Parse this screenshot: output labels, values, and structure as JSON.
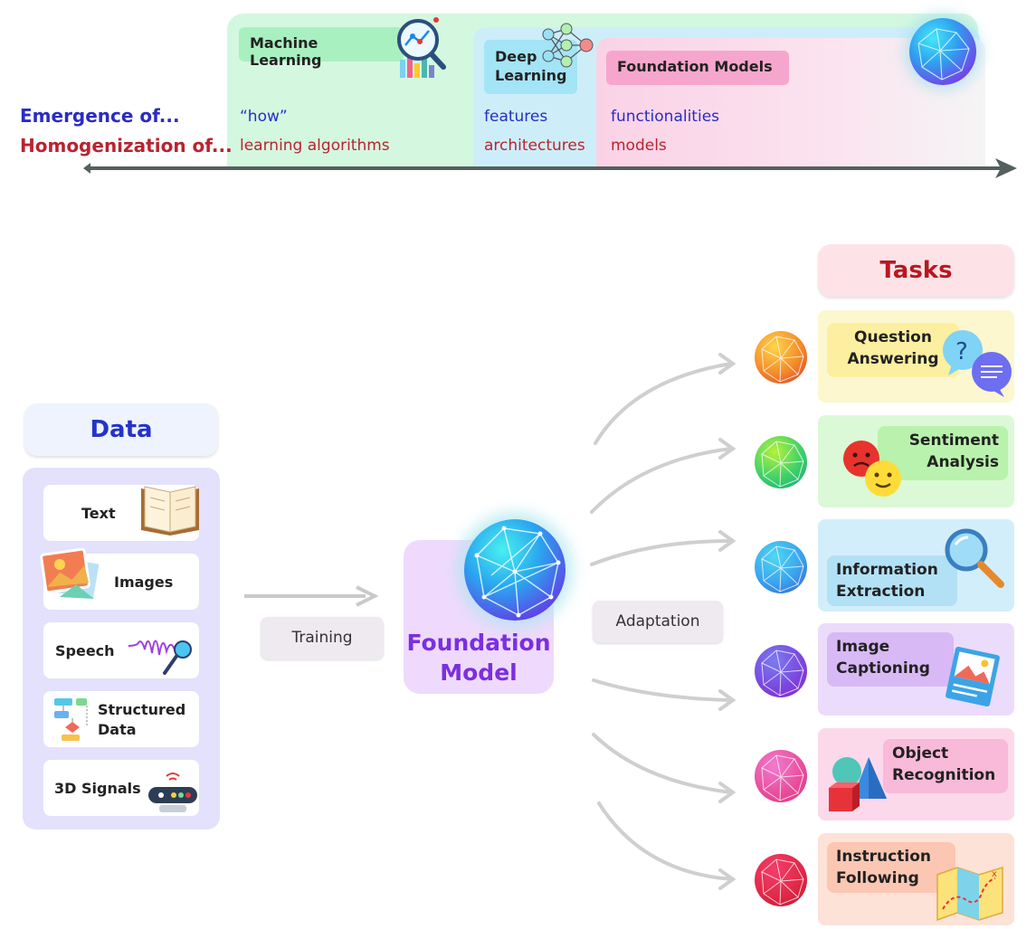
{
  "timeline": {
    "row_labels": {
      "emergence": "Emergence of...",
      "homogenization": "Homogenization of..."
    },
    "eras": [
      {
        "name": "Machine Learning",
        "emergence": "“how”",
        "homogenization": "learning algorithms",
        "color": "#d4f7e0"
      },
      {
        "name": "Deep\nLearning",
        "emergence": "features",
        "homogenization": "architectures",
        "color": "#cdeef9"
      },
      {
        "name": "Foundation Models",
        "emergence": "functionalities",
        "homogenization": "models",
        "color": "#fad2e6"
      }
    ]
  },
  "data_panel": {
    "title": "Data",
    "items": [
      "Text",
      "Images",
      "Speech",
      "Structured\nData",
      "3D Signals"
    ]
  },
  "center": {
    "training_label": "Training",
    "model_label": "Foundation\nModel",
    "adaptation_label": "Adaptation"
  },
  "tasks_panel": {
    "title": "Tasks",
    "items": [
      {
        "label": "Question\nAnswering",
        "box": "#fdf7cf",
        "tag": "#fcefa0",
        "orb": [
          "#ffd54a",
          "#d9342b"
        ]
      },
      {
        "label": "Sentiment\nAnalysis",
        "box": "#dbf9d6",
        "tag": "#b9f2ac",
        "orb": [
          "#b6f23a",
          "#0fa47a"
        ]
      },
      {
        "label": "Information\nExtraction",
        "box": "#d3eefb",
        "tag": "#b2e1f6",
        "orb": [
          "#4fd8f3",
          "#3b59d9"
        ]
      },
      {
        "label": "Image\nCaptioning",
        "box": "#ecdcfb",
        "tag": "#d8b9f6",
        "orb": [
          "#7a7cf0",
          "#8d1fc4"
        ]
      },
      {
        "label": "Object\nRecognition",
        "box": "#fcd9ea",
        "tag": "#f9b9d8",
        "orb": [
          "#f27bd0",
          "#e0307a"
        ]
      },
      {
        "label": "Instruction\nFollowing",
        "box": "#fde2d7",
        "tag": "#fbc6b2",
        "orb": [
          "#f53d6b",
          "#c0162e"
        ]
      }
    ]
  },
  "colors": {
    "emergence": "#2b2bc4",
    "homogenization": "#b8242f",
    "model_text": "#7b2fe0",
    "data_title": "#2433c8",
    "tasks_title": "#b8181f"
  }
}
